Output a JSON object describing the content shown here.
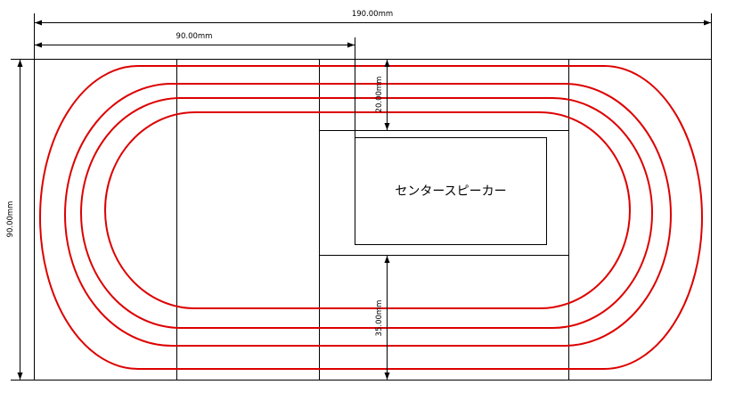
{
  "dimensions": {
    "total_width": "190.00mm",
    "half_width": "90.00mm",
    "height": "90.00mm",
    "top_gap": "20.00mm",
    "bottom_gap": "35.00mm"
  },
  "speaker": {
    "label": "センタースピーカー"
  },
  "colors": {
    "track": "#dd0000",
    "lines": "#000000",
    "background": "#ffffff"
  }
}
